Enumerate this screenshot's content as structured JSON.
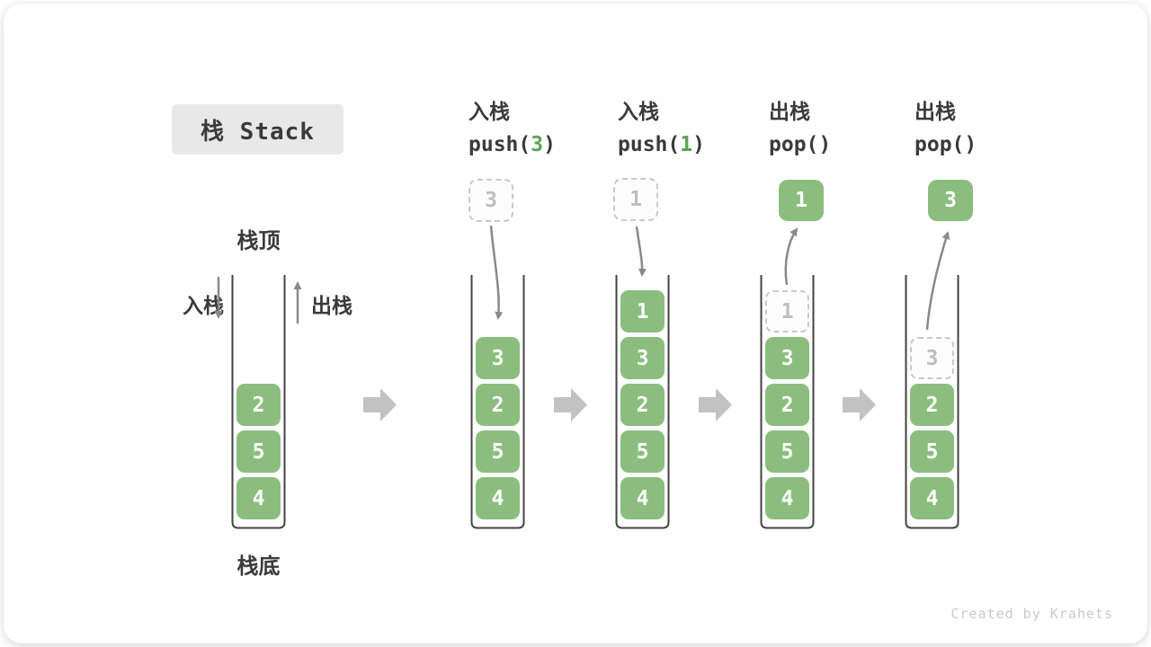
{
  "title": "栈 Stack",
  "legend": {
    "stack_top": "栈顶",
    "stack_bottom": "栈底",
    "push": "入栈",
    "pop": "出栈"
  },
  "watermark": "Created by Krahets",
  "colors": {
    "element_green": "#8BBE7E",
    "code_arg_green": "#5BA352",
    "title_bg": "#E8E8E8",
    "text_dark": "#3A3A3A",
    "dashed_border": "#C8C8C8",
    "dashed_text": "#BDBDBD",
    "wall_dark": "#434343",
    "arrow_gray": "#8A8A8A",
    "block_arrow_gray": "#C2C2C2",
    "watermark_gray": "#C9C9C9"
  },
  "columns": [
    {
      "name": "initial-stack",
      "items": [
        {
          "value": "2",
          "kind": "solid"
        },
        {
          "value": "5",
          "kind": "solid"
        },
        {
          "value": "4",
          "kind": "solid"
        }
      ]
    },
    {
      "name": "after-push-3",
      "op_label": "入栈",
      "code_pre": "push(",
      "code_arg": "3",
      "code_post": ")",
      "floating": {
        "value": "3",
        "kind": "dashed"
      },
      "items": [
        {
          "value": "3",
          "kind": "solid"
        },
        {
          "value": "2",
          "kind": "solid"
        },
        {
          "value": "5",
          "kind": "solid"
        },
        {
          "value": "4",
          "kind": "solid"
        }
      ]
    },
    {
      "name": "after-push-1",
      "op_label": "入栈",
      "code_pre": "push(",
      "code_arg": "1",
      "code_post": ")",
      "floating": {
        "value": "1",
        "kind": "dashed"
      },
      "items": [
        {
          "value": "1",
          "kind": "solid"
        },
        {
          "value": "3",
          "kind": "solid"
        },
        {
          "value": "2",
          "kind": "solid"
        },
        {
          "value": "5",
          "kind": "solid"
        },
        {
          "value": "4",
          "kind": "solid"
        }
      ]
    },
    {
      "name": "after-pop-1",
      "op_label": "出栈",
      "code_pre": "pop()",
      "code_arg": "",
      "code_post": "",
      "floating": {
        "value": "1",
        "kind": "solid"
      },
      "items": [
        {
          "value": "1",
          "kind": "dashed"
        },
        {
          "value": "3",
          "kind": "solid"
        },
        {
          "value": "2",
          "kind": "solid"
        },
        {
          "value": "5",
          "kind": "solid"
        },
        {
          "value": "4",
          "kind": "solid"
        }
      ]
    },
    {
      "name": "after-pop-3",
      "op_label": "出栈",
      "code_pre": "pop()",
      "code_arg": "",
      "code_post": "",
      "floating": {
        "value": "3",
        "kind": "solid"
      },
      "items": [
        {
          "value": "3",
          "kind": "dashed"
        },
        {
          "value": "2",
          "kind": "solid"
        },
        {
          "value": "5",
          "kind": "solid"
        },
        {
          "value": "4",
          "kind": "solid"
        }
      ]
    }
  ]
}
